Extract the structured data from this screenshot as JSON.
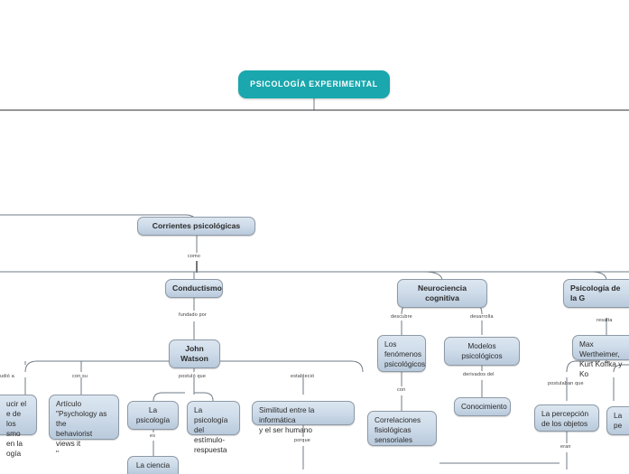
{
  "diagram": {
    "title": "PSICOLOGÍA EXPERIMENTAL",
    "type": "concept-map",
    "accent_color": "#1aa7ad",
    "node_fill": "#cfdcea",
    "node_border": "#8d99a6",
    "connector_color": "#6f7b86"
  },
  "nodes": {
    "root": "PSICOLOGÍA EXPERIMENTAL",
    "corrientes": "Corrientes psicológicas",
    "conductismo": "Conductismo",
    "john_watson": "John Watson",
    "introducir": "ucir el\ne de los\nsmo en la\nogía",
    "articulo": "Artículo\n\"Psychology as the\nbehaviorist views it\n\"",
    "la_psicologia": "La psicología",
    "estimulo_respuesta": "La psicología\ndel estímulo-\nrespuesta",
    "la_ciencia": "La ciencia",
    "similitud": "Similitud entre la informática\ny el ser humano",
    "neurociencia": "Neurociencia cognitiva",
    "fenomenos": "Los\nfenómenos\npsicológicos",
    "correlaciones": "Correlaciones\nfisiológicas\nsensoriales",
    "modelos": "Modelos psicológicos",
    "conocimiento": "Conocimiento",
    "gestalt": "Psicología de la G",
    "wertheimer": "Max Wertheimer,\nKurt Koffka y Ko",
    "percepcion": "La percepción\nde los objetos",
    "percepcion_right": "La pe"
  },
  "link_labels": {
    "como": "como",
    "fundado_por": "fundado por",
    "estudio_a": "udió a",
    "con_su": "con su",
    "postulo_que": "postuló que",
    "establecio": "estableció",
    "es": "es",
    "porque": "porque",
    "descubre": "descubre",
    "desarrolla": "desarrolla",
    "con": "con",
    "derivados_del": "derivados del",
    "resalta": "resalta",
    "postulaban_que": "postulaban que",
    "eran": "eran"
  }
}
